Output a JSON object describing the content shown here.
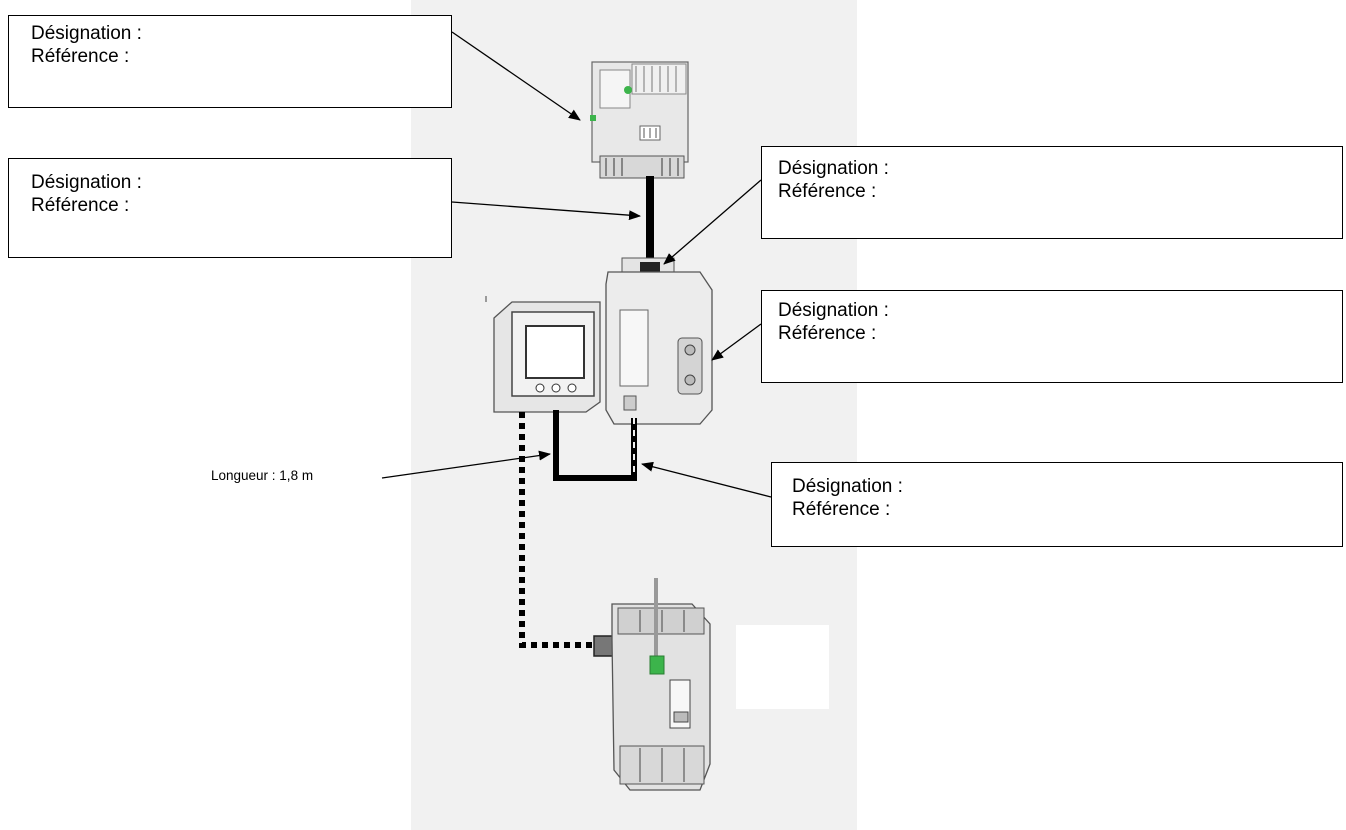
{
  "labels": [
    {
      "designation": "Désignation :",
      "reference": "Référence :"
    },
    {
      "designation": "Désignation :",
      "reference": "Référence :"
    },
    {
      "designation": "Désignation :",
      "reference": "Référence :"
    },
    {
      "designation": "Désignation :",
      "reference": "Référence :"
    },
    {
      "designation": "Désignation :",
      "reference": "Référence :"
    }
  ],
  "cable_length_label": "Longueur : 1,8 m",
  "colors": {
    "panel_bg": "#f1f1f1",
    "device_body": "#e6e6e6",
    "device_outline": "#555555",
    "accent_green": "#3cb44b",
    "connector_grey": "#777777"
  }
}
